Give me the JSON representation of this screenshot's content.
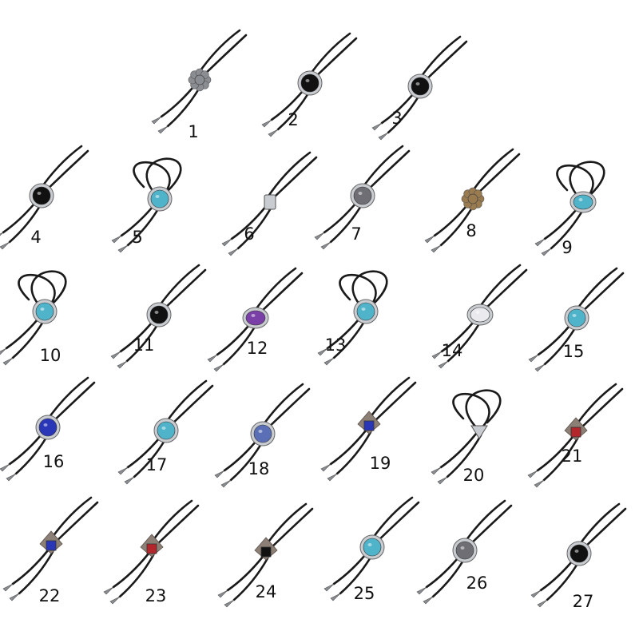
{
  "items": [
    {
      "label": "1",
      "stone": "flower-silver"
    },
    {
      "label": "2",
      "stone": "black-onyx"
    },
    {
      "label": "3",
      "stone": "black-onyx"
    },
    {
      "label": "4",
      "stone": "black-onyx"
    },
    {
      "label": "5",
      "stone": "turquoise"
    },
    {
      "label": "6",
      "stone": "silver-rectangle"
    },
    {
      "label": "7",
      "stone": "grey-stone"
    },
    {
      "label": "8",
      "stone": "bronze-flower"
    },
    {
      "label": "9",
      "stone": "turquoise-oval"
    },
    {
      "label": "10",
      "stone": "turquoise"
    },
    {
      "label": "11",
      "stone": "black-onyx"
    },
    {
      "label": "12",
      "stone": "purple-amethyst"
    },
    {
      "label": "13",
      "stone": "turquoise"
    },
    {
      "label": "14",
      "stone": "white-oval"
    },
    {
      "label": "15",
      "stone": "turquoise"
    },
    {
      "label": "16",
      "stone": "blue-sapphire"
    },
    {
      "label": "17",
      "stone": "turquoise"
    },
    {
      "label": "18",
      "stone": "blue-speckled"
    },
    {
      "label": "19",
      "stone": "blue-crystal-leaf"
    },
    {
      "label": "20",
      "stone": "silver-triangle"
    },
    {
      "label": "21",
      "stone": "red-crystal-leaf"
    },
    {
      "label": "22",
      "stone": "blue-crystal-leaf"
    },
    {
      "label": "23",
      "stone": "red-crystal-leaf"
    },
    {
      "label": "24",
      "stone": "black-leaf"
    },
    {
      "label": "25",
      "stone": "turquoise"
    },
    {
      "label": "26",
      "stone": "grey-stone"
    },
    {
      "label": "27",
      "stone": "black-onyx"
    }
  ],
  "colors": {
    "cord": "#1a1a1a",
    "metal": "#8a8d92",
    "metal_light": "#c9ccd0",
    "bronze": "#9a7b4f",
    "turquoise": "#4fb3c9",
    "black": "#111111",
    "purple": "#7b3fa8",
    "blue": "#2a36b8",
    "red": "#b3262b",
    "grey": "#6e6e74",
    "white": "#e9e9ee"
  }
}
